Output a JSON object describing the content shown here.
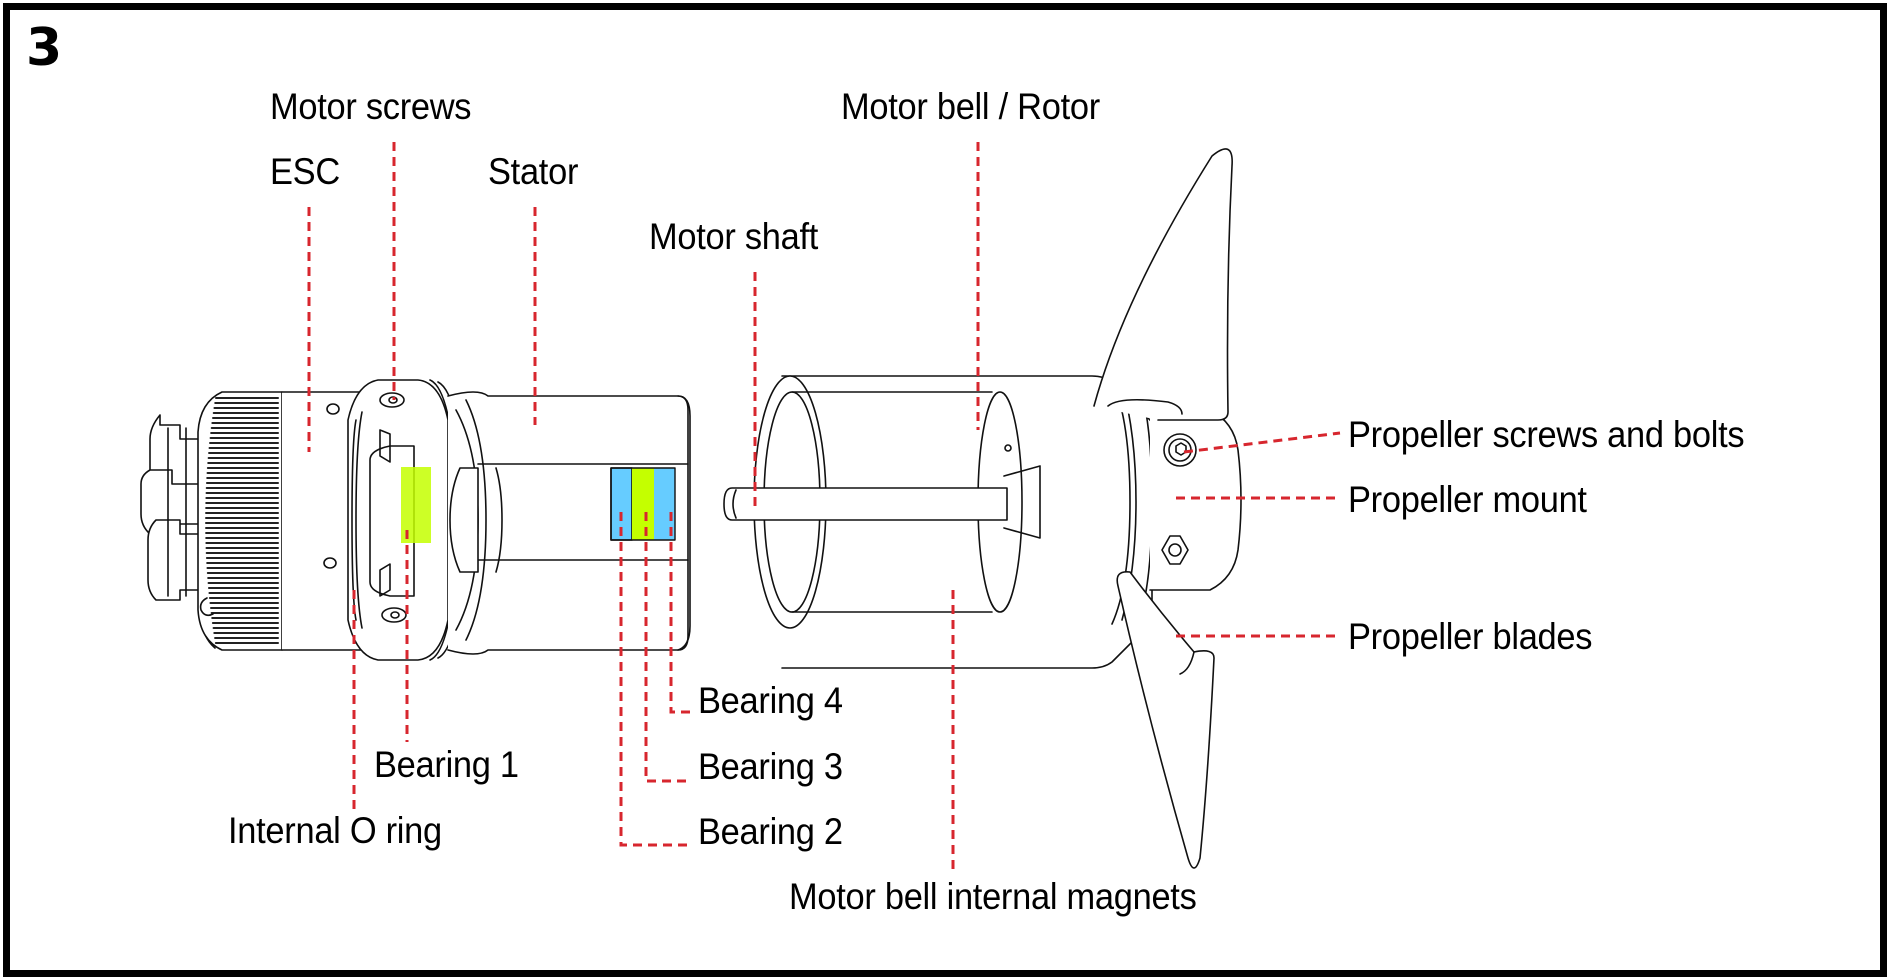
{
  "figure": {
    "number": "3",
    "title": "Thruster exploded view"
  },
  "colors": {
    "leader": "#d7262e",
    "outline": "#111111",
    "bearing_blue": "#66ccff",
    "bearing_green": "#c4ff00"
  },
  "labels": {
    "motor_screws": "Motor screws",
    "esc": "ESC",
    "stator": "Stator",
    "motor_shaft": "Motor shaft",
    "motor_bell_rotor": "Motor bell / Rotor",
    "propeller_screws_bolts": "Propeller screws and bolts",
    "propeller_mount": "Propeller mount",
    "propeller_blades": "Propeller blades",
    "bearing_4": "Bearing 4",
    "bearing_3": "Bearing 3",
    "bearing_2": "Bearing 2",
    "bearing_1": "Bearing 1",
    "internal_o_ring": "Internal O ring",
    "motor_bell_internal_magnets": "Motor bell internal magnets"
  }
}
